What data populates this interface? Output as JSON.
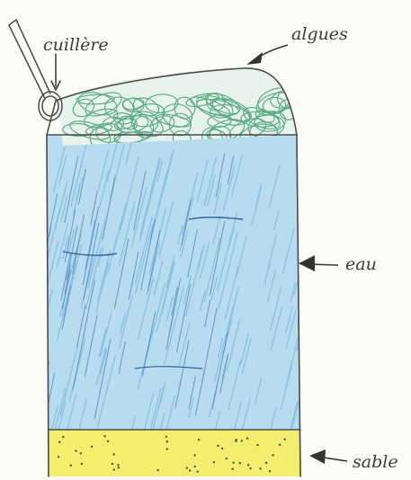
{
  "labels": {
    "spoon": "cuillère",
    "algae": "algues",
    "water": "eau",
    "sand": "sable"
  },
  "colors": {
    "paper": "#fdfcf9",
    "pencil": "#4a4a4a",
    "algae": "#3f9a6e",
    "water_light": "#a9d6ec",
    "water_dark": "#3f78b8",
    "sand": "#f4ef7a",
    "sand_dots": "#5a5a2a"
  }
}
